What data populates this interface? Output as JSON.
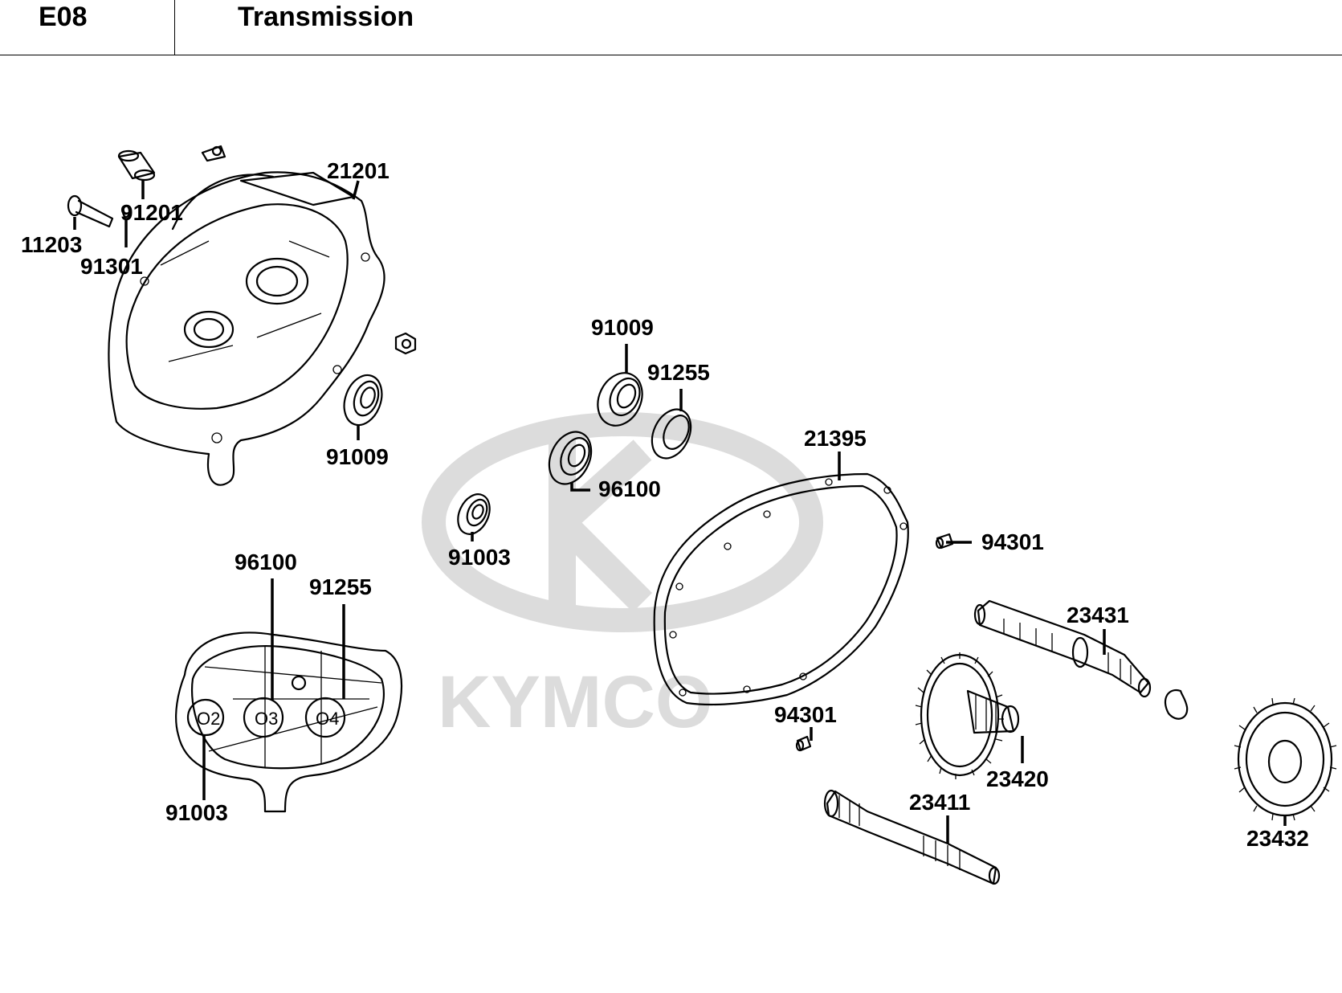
{
  "header": {
    "code": "E08",
    "title": "Transmission"
  },
  "watermark": {
    "brand": "KYMCO",
    "color": "#dcdcdc"
  },
  "callouts": [
    "21201",
    "91201",
    "11203",
    "91301",
    "91009",
    "91009",
    "91255",
    "96100",
    "91003",
    "96100",
    "91255",
    "91003",
    "21395",
    "94301",
    "94301",
    "23431",
    "23420",
    "23411",
    "23432"
  ],
  "case_markers": [
    "O2",
    "O3",
    "O4"
  ]
}
